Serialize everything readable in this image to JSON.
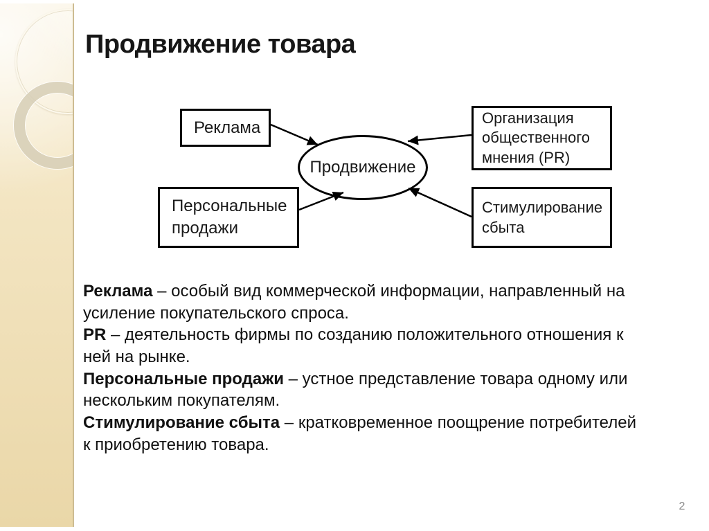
{
  "slide": {
    "title": "Продвижение товара",
    "page_number": "2"
  },
  "diagram": {
    "center_label": "Продвижение",
    "nodes": {
      "advertising": {
        "label": "Реклама"
      },
      "pr": {
        "label": "Организация общественного мнения (PR)"
      },
      "personal_sales": {
        "label": "Персональные продажи"
      },
      "sales_promotion": {
        "label": "Стимулирование сбыта"
      }
    }
  },
  "definitions": [
    {
      "term": "Реклама",
      "rest": " – особый вид коммерческой информации, направленный на усиление покупательского спроса."
    },
    {
      "term": "PR",
      "rest": " – деятельность фирмы по созданию положительного отношения к ней на рынке."
    },
    {
      "term": "Персональные продажи",
      "rest": " – устное представление товара одному или нескольким покупателям."
    },
    {
      "term": "Стимулирование сбыта",
      "rest": " – кратковременное поощрение потребителей к приобретению товара."
    }
  ],
  "colors": {
    "strip_top": "#f9f1dd",
    "strip_bottom": "#ead7a8",
    "diagram_border": "#000000",
    "text": "#1a1a1a",
    "page_number": "#8a8a8a"
  }
}
